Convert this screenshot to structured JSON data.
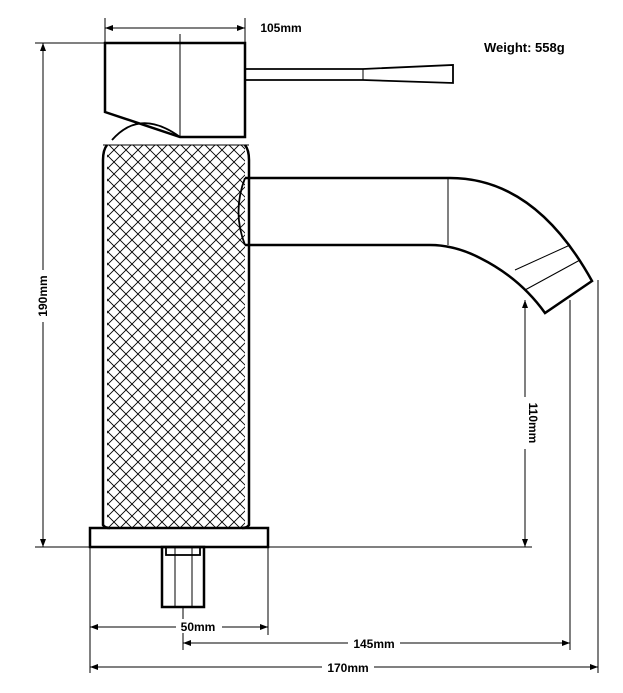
{
  "weight": "Weight: 558g",
  "dimensions": {
    "top_width": "105mm",
    "total_height": "190mm",
    "spout_height": "110mm",
    "base_width": "50mm",
    "reach": "145mm",
    "total_width": "170mm"
  }
}
